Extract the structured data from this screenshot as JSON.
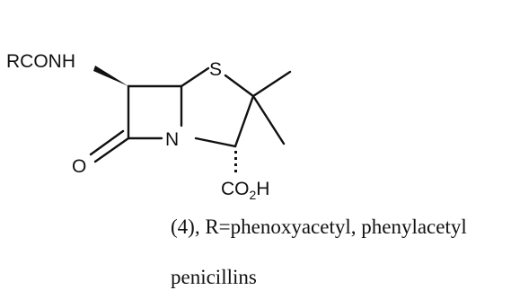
{
  "structure": {
    "substituent_label": "RCONH",
    "sulfur": "S",
    "nitrogen": "N",
    "oxygen": "O",
    "carboxyl_prefix": "CO",
    "carboxyl_subscript": "2",
    "carboxyl_suffix": "H"
  },
  "caption": {
    "line1": "(4),  R=phenoxyacetyl, phenylacetyl",
    "line2": "penicillins"
  },
  "colors": {
    "ink": "#111111",
    "background": "#ffffff"
  }
}
